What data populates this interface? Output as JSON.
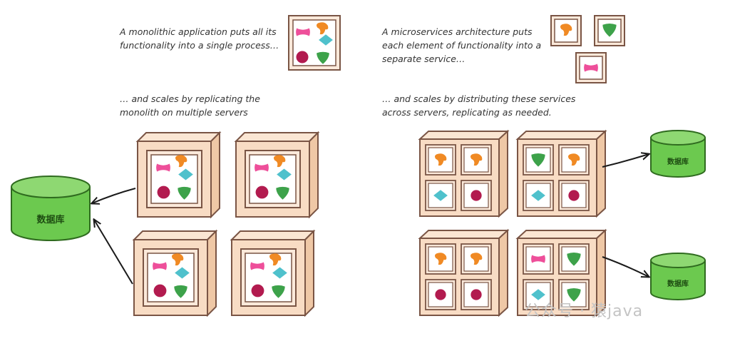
{
  "captions": {
    "mono_intro": "A monolithic application puts all its\nfunctionality into a single process…",
    "mono_scale": "… and scales by replicating the\nmonolith on multiple servers",
    "micro_intro": "A microservices architecture puts\neach element of functionality into a\nseparate service…",
    "micro_scale": "… and scales by distributing these services\nacross servers, replicating as needed."
  },
  "databases": {
    "left": "数据库",
    "right_top": "数据库",
    "right_bottom": "数据库"
  },
  "watermark": "公众号 · 猿java",
  "colors": {
    "server": "#f8dcc4",
    "server_side": "#efc8a6",
    "stroke": "#7a5545",
    "database": "#6cc94f",
    "database_top": "#8ed872",
    "pink": "#ee4f9a",
    "orange": "#f08a24",
    "teal": "#4fc1cc",
    "green": "#3da24a",
    "crimson": "#b21b4f"
  }
}
